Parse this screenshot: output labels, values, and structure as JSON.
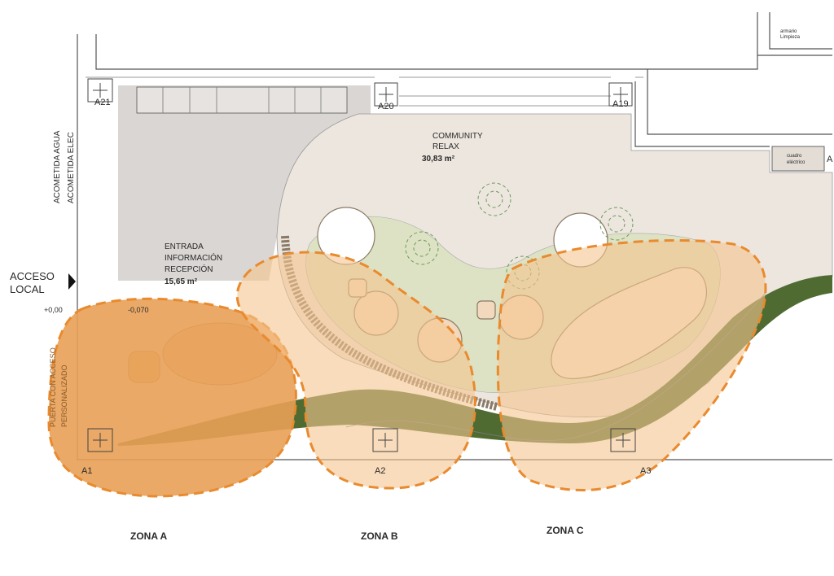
{
  "grid_labels": [
    "A21",
    "A20",
    "A19",
    "A1",
    "A2",
    "A3"
  ],
  "rooms": {
    "community": {
      "name1": "COMMUNITY",
      "name2": "RELAX",
      "area": "30,83 m²"
    },
    "entrance": {
      "name1": "ENTRADA",
      "name2": "INFORMACIÓN",
      "name3": "RECEPCIÓN",
      "area": "15,65 m²"
    },
    "cleaning": {
      "name1": "armario",
      "name2": "Limpieza"
    },
    "electric": {
      "name1": "cuadro",
      "name2": "eléctrico"
    }
  },
  "annotations": {
    "water": "ACOMETIDA AGUA",
    "elec": "ACOMETIDA ELEC",
    "access1": "ACCESO",
    "access2": "LOCAL",
    "level0": "+0,00",
    "level1": "-0,070",
    "door1": "PUERTA CON ACCESO",
    "door2": "PERSONALIZADO",
    "edge_mark": "A"
  },
  "zones": [
    "ZONA A",
    "ZONA B",
    "ZONA C"
  ],
  "colors": {
    "zone_a": "#E8A055",
    "zone_light": "#F5C48E",
    "zone_stroke": "#E98A2E",
    "beige": "#EDE6DF",
    "grey": "#D9D6D3",
    "sage": "#DDE2C4",
    "grass": "#4F6B32"
  }
}
